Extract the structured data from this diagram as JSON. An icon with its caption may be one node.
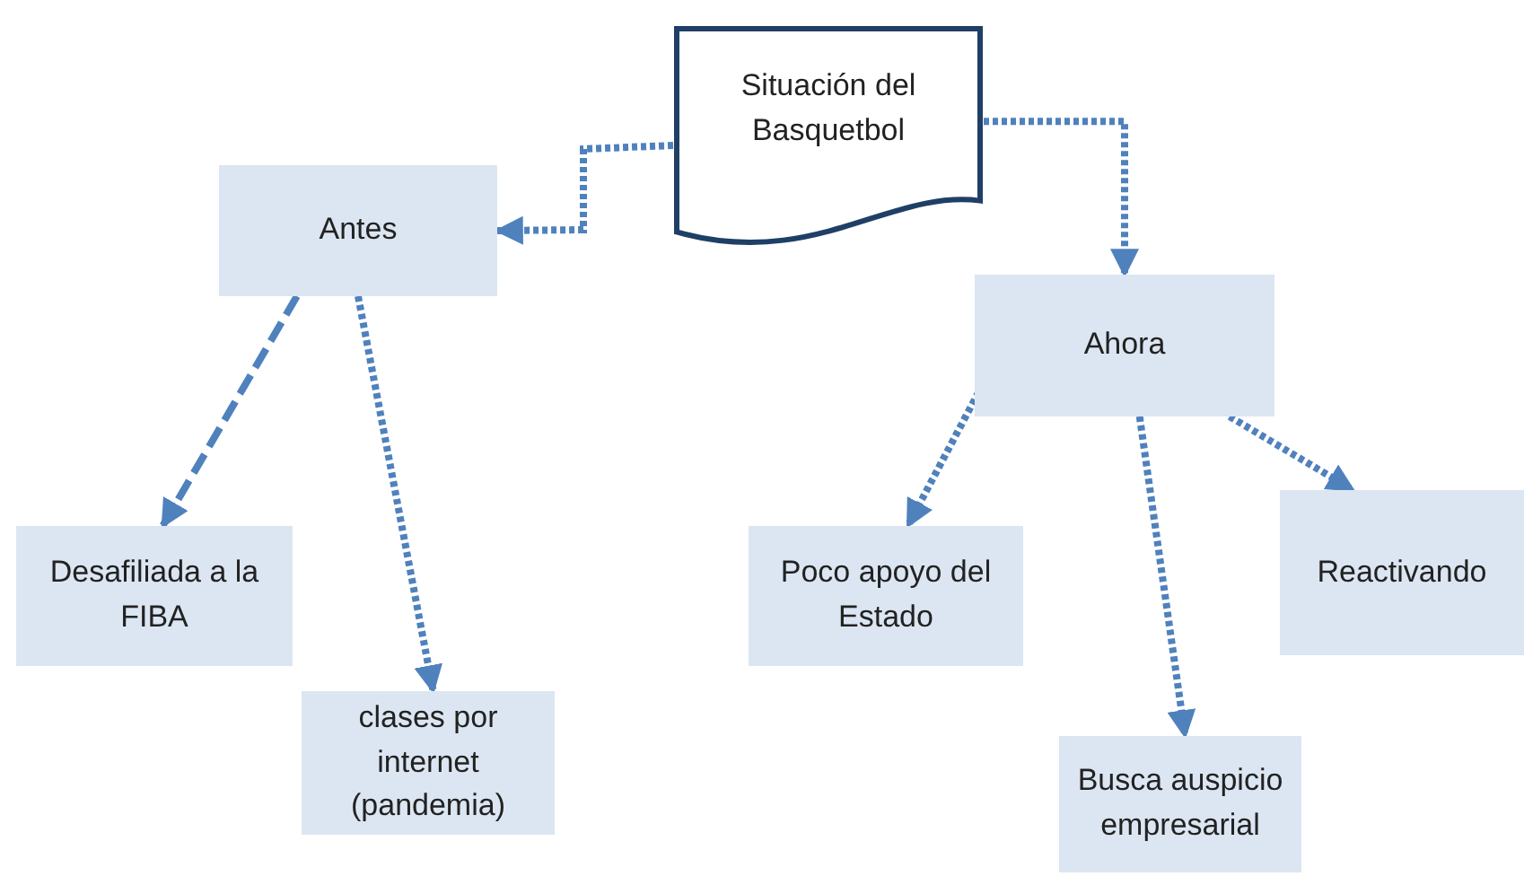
{
  "diagram": {
    "nodes": [
      {
        "text": [
          "Situación del Basquetbol"
        ]
      },
      {
        "text": [
          "Antes"
        ]
      },
      {
        "text": [
          "Ahora"
        ]
      },
      {
        "text": [
          "Desafiliada a la FIBA"
        ]
      },
      {
        "text": [
          "clases por internet (pandemia)"
        ]
      },
      {
        "text": [
          "Poco apoyo del Estado"
        ]
      },
      {
        "text": [
          "Busca auspicio empresarial"
        ]
      },
      {
        "text": [
          "Reactivando"
        ]
      }
    ],
    "edges": [
      {
        "from": 0,
        "to": 1,
        "arrow": "to"
      },
      {
        "from": 0,
        "to": 2,
        "arrow": "to"
      },
      {
        "from": 1,
        "to": 3,
        "arrow": "to",
        "style": "dashed"
      },
      {
        "from": 1,
        "to": 4,
        "arrow": "to"
      },
      {
        "from": 2,
        "to": 5,
        "arrow": "to"
      },
      {
        "from": 2,
        "to": 6,
        "arrow": "to"
      },
      {
        "from": 2,
        "to": 7,
        "arrow": "to"
      }
    ]
  }
}
